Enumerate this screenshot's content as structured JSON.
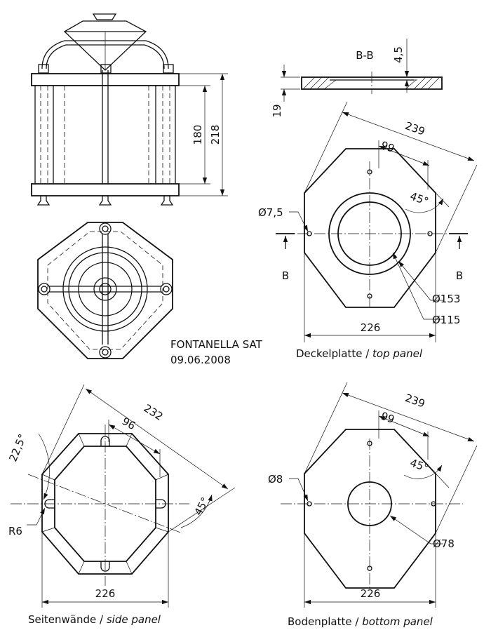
{
  "stamp": {
    "title": "FONTANELLA SAT",
    "date": "09.06.2008"
  },
  "front_view": {
    "dim_inner": "180",
    "dim_outer": "218"
  },
  "section": {
    "label": "B-B",
    "dim_recess": "4,5",
    "dim_thickness": "19"
  },
  "top_panel": {
    "dim_width_flats": "239",
    "dim_side": "99",
    "dim_angle": "45°",
    "dim_hole": "Ø7,5",
    "dim_outer_ring": "Ø153",
    "dim_inner_ring": "Ø115",
    "dim_across": "226",
    "cut_left": "B",
    "cut_right": "B",
    "caption_de": "Deckelplatte",
    "caption_sep": " / ",
    "caption_en": "top panel"
  },
  "side_panel": {
    "dim_width": "232",
    "dim_side": "96",
    "dim_angle_a": "22,5°",
    "dim_angle_b": "45°",
    "dim_radius": "R6",
    "dim_across": "226",
    "caption_de": "Seitenwände",
    "caption_sep": " / ",
    "caption_en": "side panel"
  },
  "bottom_panel": {
    "dim_width_flats": "239",
    "dim_side": "99",
    "dim_angle": "45°",
    "dim_hole": "Ø8",
    "dim_center": "Ø78",
    "dim_across": "226",
    "caption_de": "Bodenplatte",
    "caption_sep": " / ",
    "caption_en": "bottom panel"
  }
}
